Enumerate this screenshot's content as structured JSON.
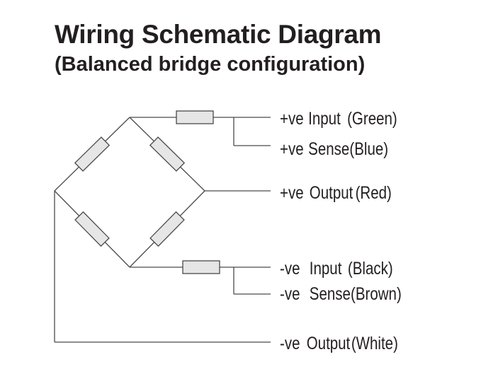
{
  "header": {
    "title": "Wiring Schematic Diagram",
    "subtitle": "(Balanced bridge configuration)"
  },
  "terminals": [
    {
      "id": "pos-input",
      "polarity": "+ve",
      "name": "Input",
      "color": "(Green)"
    },
    {
      "id": "pos-sense",
      "polarity": "+ve",
      "name": "Sense",
      "color": "(Blue)"
    },
    {
      "id": "pos-output",
      "polarity": "+ve",
      "name": "Output",
      "color": "(Red)"
    },
    {
      "id": "neg-input",
      "polarity": "-ve",
      "name": "Input",
      "color": "(Black)"
    },
    {
      "id": "neg-sense",
      "polarity": "-ve",
      "name": "Sense",
      "color": "(Brown)"
    },
    {
      "id": "neg-output",
      "polarity": "-ve",
      "name": "Output",
      "color": "(White)"
    }
  ],
  "colors": {
    "wire": "#4a4a4a",
    "resistor_fill": "#e6e6e6",
    "text": "#231f20"
  }
}
